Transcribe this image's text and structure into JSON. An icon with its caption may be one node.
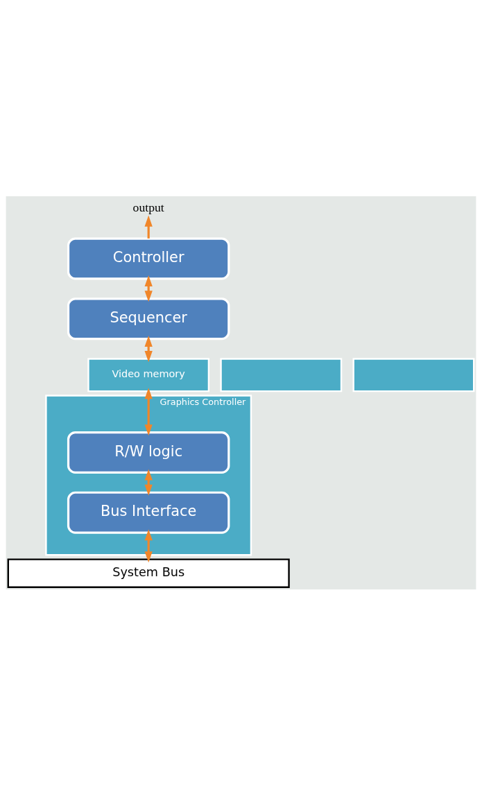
{
  "diagram": {
    "nodes": [
      {
        "text": [
          "output"
        ]
      },
      {
        "text": [
          "Controller"
        ]
      },
      {
        "text": [
          "Sequencer"
        ]
      },
      {
        "text": [],
        "shape": "box"
      },
      {
        "text": [],
        "shape": "box"
      },
      {
        "text": [
          "Video memory"
        ]
      },
      {
        "text": [
          "Graphics Controller"
        ]
      },
      {
        "text": [
          "R/W logic"
        ],
        "in": 6
      },
      {
        "text": [
          "Bus Interface"
        ],
        "in": 6
      },
      {
        "text": [
          "System Bus"
        ]
      }
    ],
    "edges": [
      {
        "from": 1,
        "to": 0,
        "arrow": "to"
      },
      {
        "from": 1,
        "to": 2,
        "arrow": "both"
      },
      {
        "from": 2,
        "to": 5,
        "arrow": "both"
      },
      {
        "from": 5,
        "to": 7,
        "arrow": "both"
      },
      {
        "from": 7,
        "to": 8,
        "arrow": "both"
      },
      {
        "from": 8,
        "to": 9,
        "arrow": "both"
      }
    ]
  }
}
